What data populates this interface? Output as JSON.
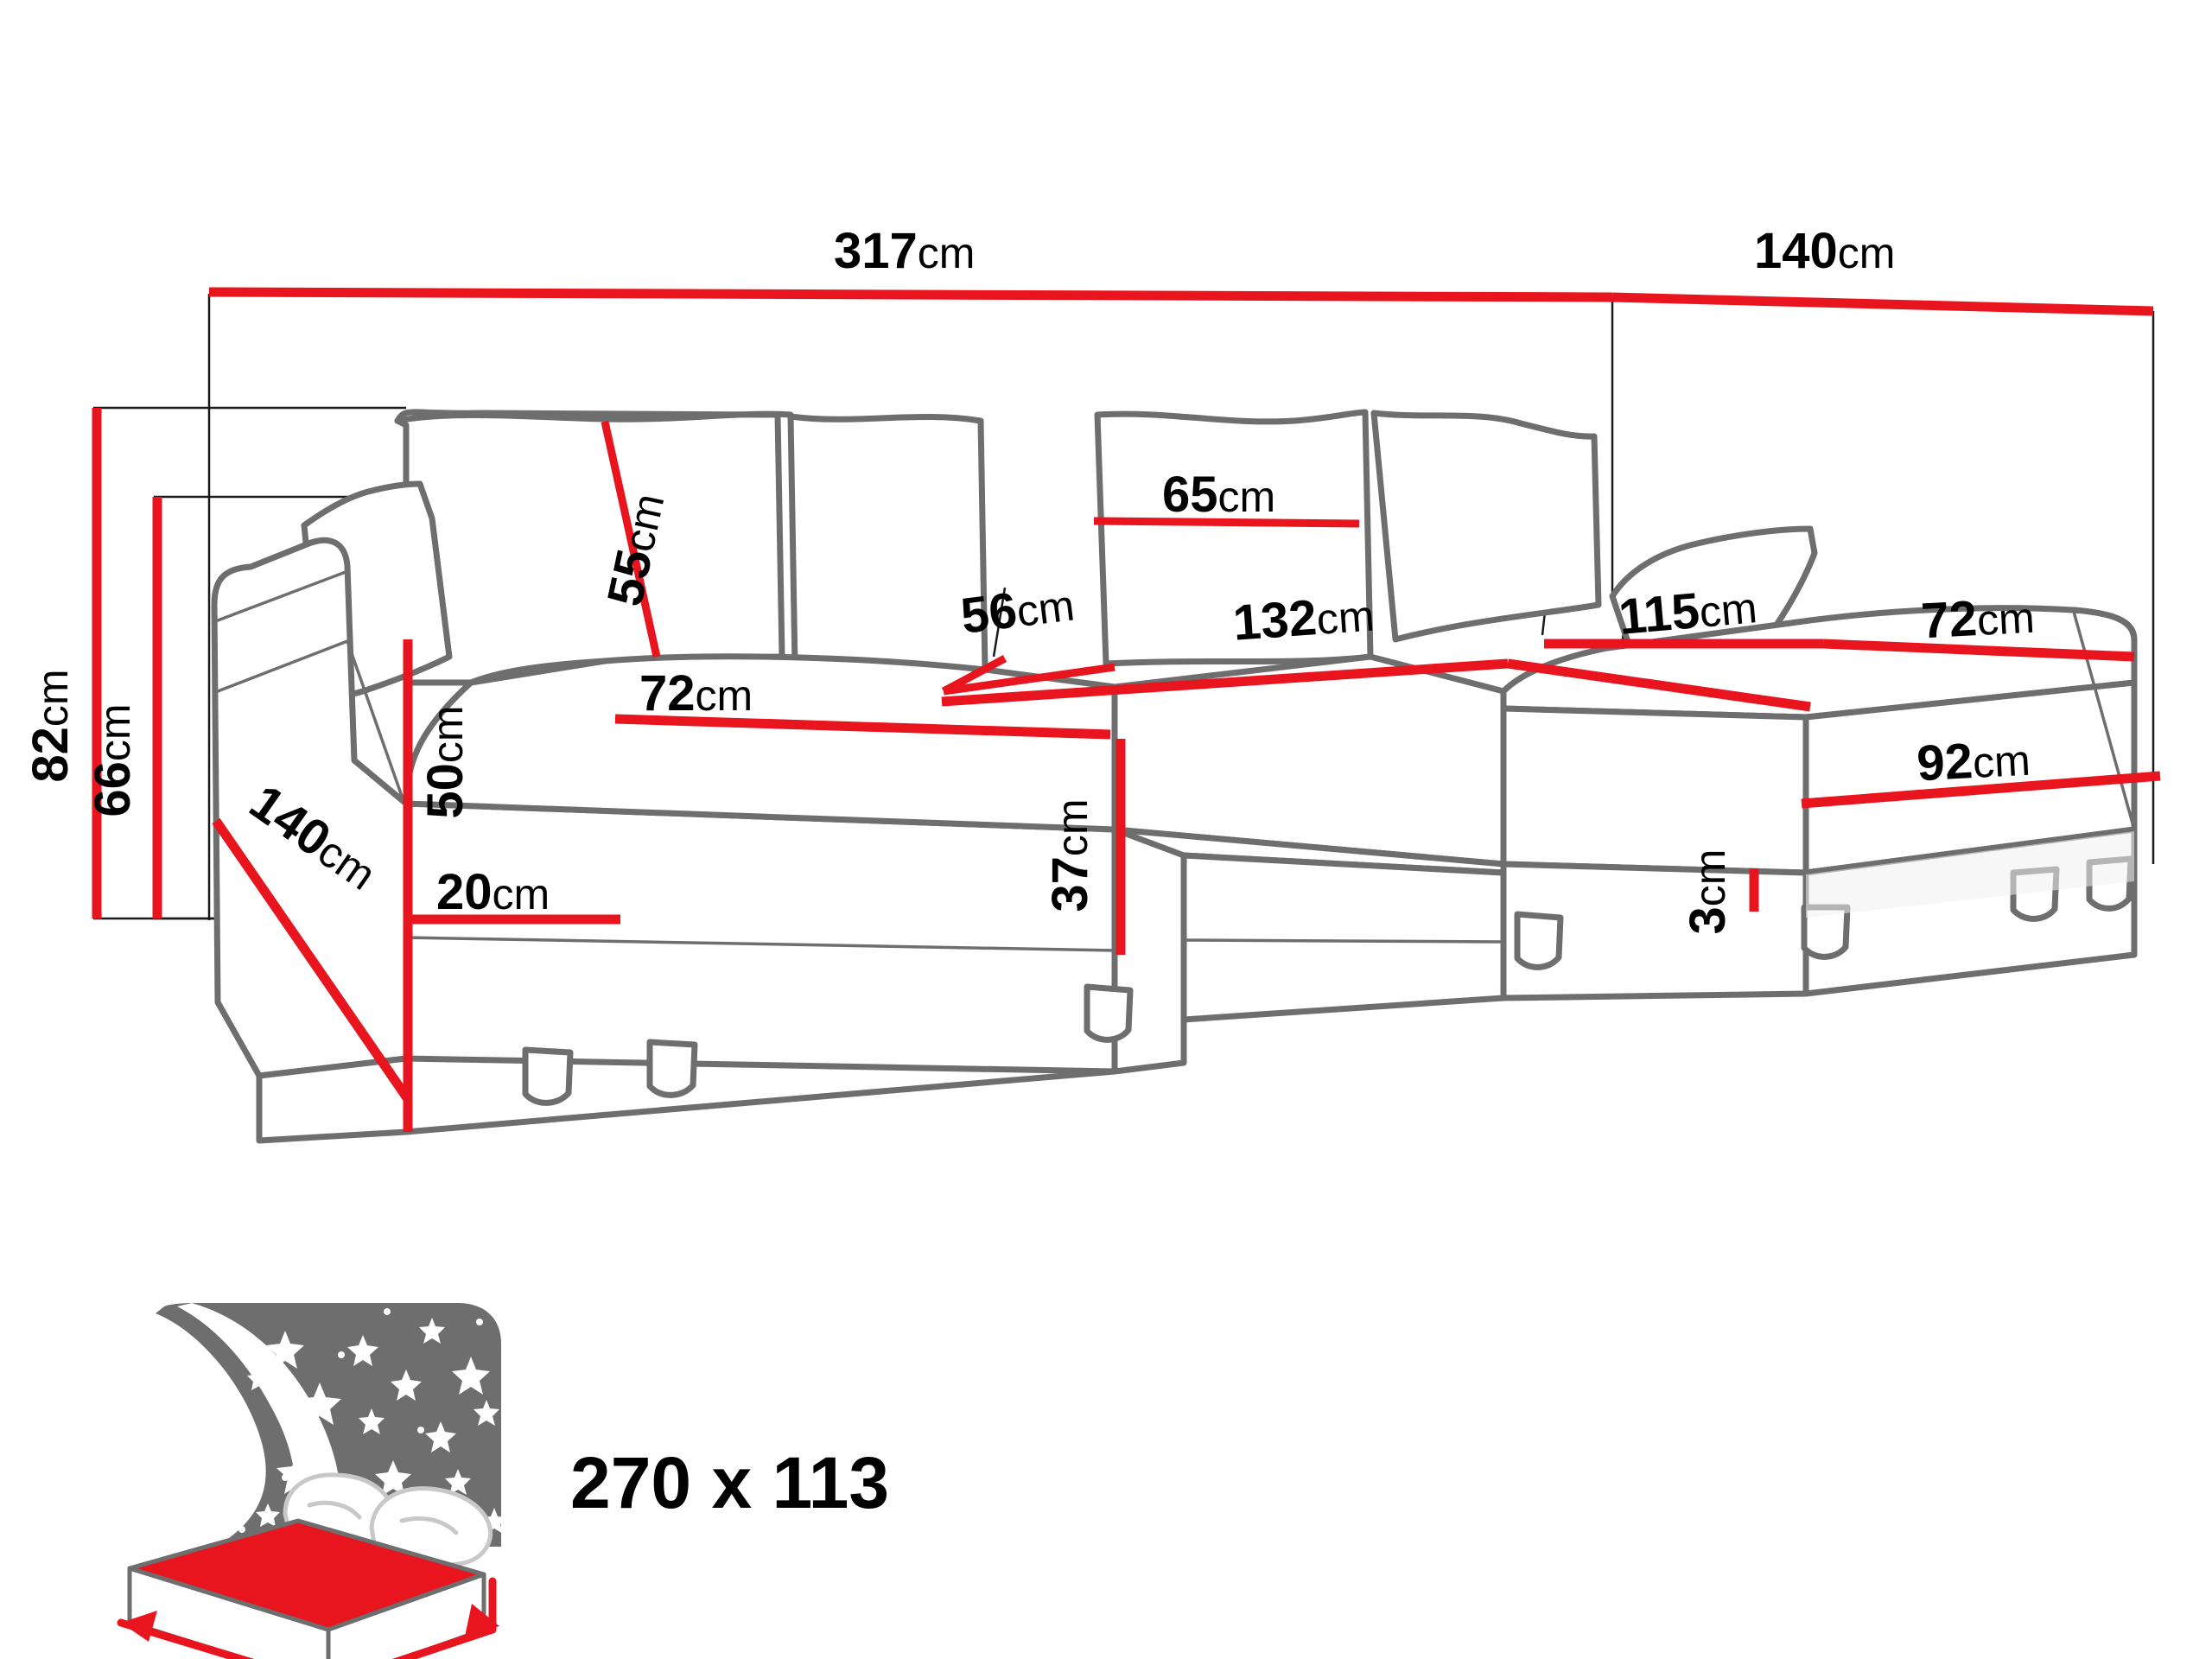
{
  "page": {
    "type": "technical-dimension-diagram",
    "subject": "U-shaped sectional corner sofa bed",
    "background_color": "#ffffff",
    "dimension_line_color": "#e8141e",
    "outline_color": "#6e6e6e",
    "leader_line_color": "#1a1a1a",
    "label_color": "#000000",
    "unit_suffix": "cm"
  },
  "dimensions": {
    "overall_width": {
      "value": "317",
      "unit": "cm",
      "label": "317cm"
    },
    "overall_depth_right": {
      "value": "140",
      "unit": "cm",
      "label": "140cm"
    },
    "total_height": {
      "value": "82",
      "unit": "cm",
      "label": "82cm"
    },
    "backrest_height": {
      "value": "66",
      "unit": "cm",
      "label": "66cm"
    },
    "back_cushion_height": {
      "value": "55",
      "unit": "cm",
      "label": "55cm"
    },
    "back_cushion_width": {
      "value": "65",
      "unit": "cm",
      "label": "65cm"
    },
    "seat_depth_left": {
      "value": "72",
      "unit": "cm",
      "label": "72cm"
    },
    "corner_seat_width": {
      "value": "56",
      "unit": "cm",
      "label": "56cm"
    },
    "middle_seat_width": {
      "value": "132",
      "unit": "cm",
      "label": "132cm"
    },
    "chaise_length": {
      "value": "115",
      "unit": "cm",
      "label": "115cm"
    },
    "chaise_depth": {
      "value": "72",
      "unit": "cm",
      "label": "72cm"
    },
    "chaise_width": {
      "value": "92",
      "unit": "cm",
      "label": "92cm"
    },
    "seat_height": {
      "value": "37",
      "unit": "cm",
      "label": "37cm"
    },
    "armrest_height": {
      "value": "50",
      "unit": "cm",
      "label": "50cm"
    },
    "armrest_width": {
      "value": "20",
      "unit": "cm",
      "label": "20cm"
    },
    "left_arm_depth": {
      "value": "140",
      "unit": "cm",
      "label": "140cm"
    },
    "leg_height": {
      "value": "3",
      "unit": "cm",
      "label": "3cm"
    }
  },
  "sleeping_area": {
    "icon_name": "sleeping-bed-icon",
    "label": "270 x 113",
    "width": "270",
    "length": "113",
    "night_sky_color": "#6e6e6e",
    "mattress_top_color": "#e8141e",
    "mattress_base_color": "#ffffff",
    "arrow_color": "#e8141e",
    "label_color": "#6e6e6e"
  }
}
